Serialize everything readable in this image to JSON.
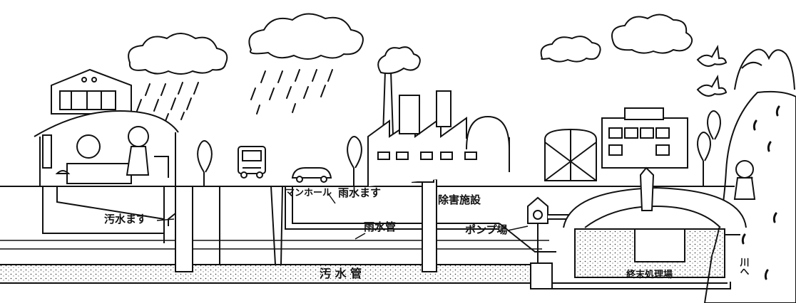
{
  "labels": {
    "manhole": "マンホール",
    "rain_inlet": "雨水ます",
    "abatement_facility": "除害施設",
    "sewage_inlet": "汚水ます",
    "storm_pipe": "雨水管",
    "pump_station": "ポンプ場",
    "sewer_pipe": "汚 水 管",
    "treatment_plant": "終末処理場",
    "to_river": "川へ"
  }
}
